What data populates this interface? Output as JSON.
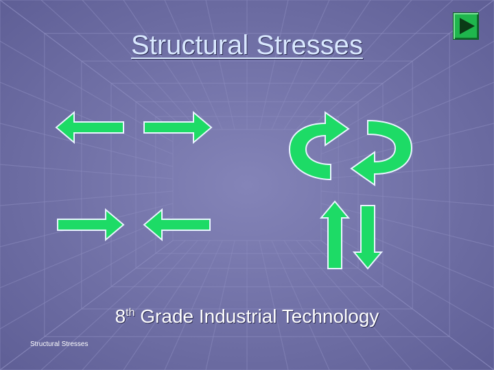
{
  "slide": {
    "title": "Structural Stresses",
    "subtitle_ordinal": "8",
    "subtitle_superscript": "th",
    "subtitle_rest": " Grade Industrial Technology",
    "footer": "Structural Stresses"
  },
  "colors": {
    "background": "#6f6fa3",
    "arrow_fill": "#1ddb66",
    "arrow_stroke": "#eaf4ff",
    "title_text": "#d9e8ff",
    "nav_button": "#1fb64d"
  },
  "icons": {
    "nav_button": "play-triangle",
    "tension": "arrows-pointing-outward",
    "compression": "arrows-pointing-inward",
    "torsion": "circular-arrows-twisting",
    "shear": "opposing-vertical-arrows"
  }
}
